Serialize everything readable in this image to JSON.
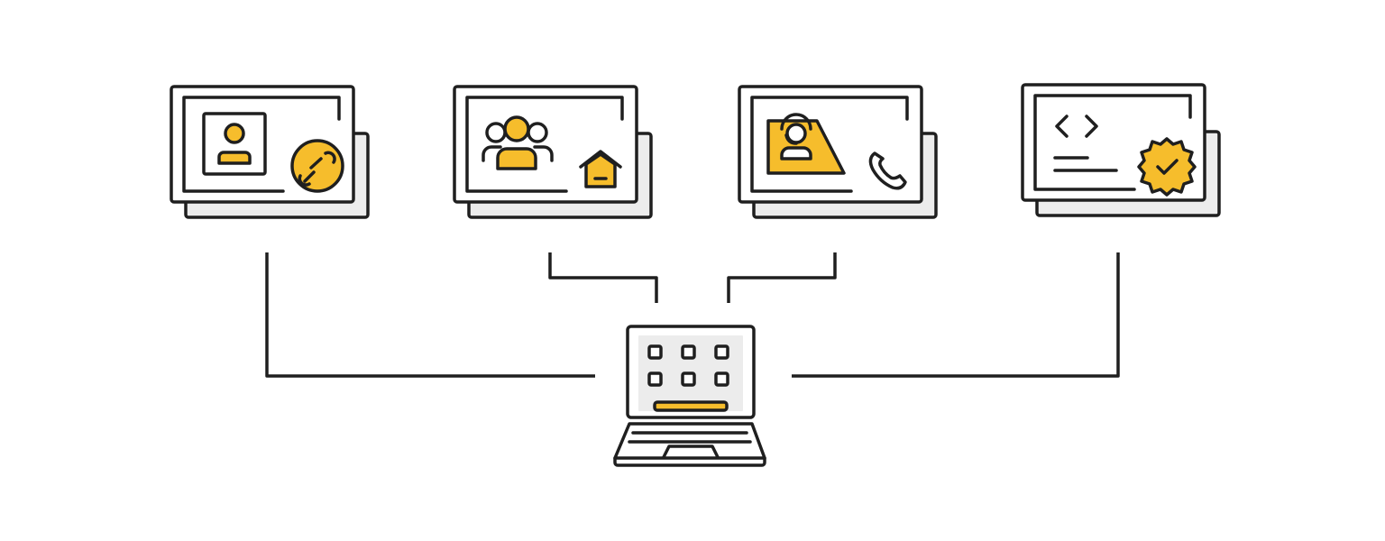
{
  "colors": {
    "stroke": "#1f1f1f",
    "accent": "#f6bd2c",
    "panel_shadow": "#ececec",
    "background": "#ffffff"
  },
  "cards": [
    {
      "name": "profile-settings-card",
      "icons": [
        "user-profile-icon",
        "wrench-icon"
      ]
    },
    {
      "name": "team-home-card",
      "icons": [
        "team-icon",
        "home-icon"
      ]
    },
    {
      "name": "support-contact-card",
      "icons": [
        "support-agent-icon",
        "phone-icon"
      ]
    },
    {
      "name": "code-verified-card",
      "icons": [
        "code-brackets-icon",
        "verified-badge-icon"
      ]
    }
  ],
  "hub": {
    "name": "laptop",
    "app_grid": {
      "rows": 2,
      "cols": 3
    }
  }
}
